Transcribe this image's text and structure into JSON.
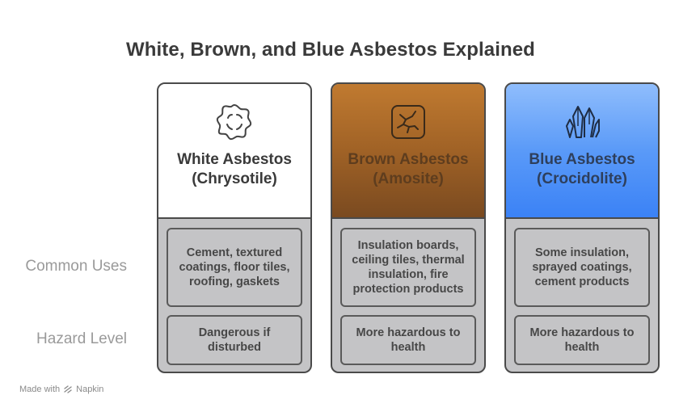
{
  "title": "White, Brown, and Blue Asbestos Explained",
  "row_labels": {
    "uses": "Common Uses",
    "hazard": "Hazard Level"
  },
  "cards": [
    {
      "name": "White Asbestos (Chrysotile)",
      "icon": "wavy-circle-icon",
      "header_color": "#ffffff",
      "uses": "Cement, textured coatings, floor tiles, roofing, gaskets",
      "hazard": "Dangerous if disturbed"
    },
    {
      "name": "Brown Asbestos (Amosite)",
      "icon": "cracked-square-icon",
      "header_color": "#a06226",
      "uses": "Insulation boards, ceiling tiles, thermal insulation, fire protection products",
      "hazard": "More hazardous to health"
    },
    {
      "name": "Blue Asbestos (Crocidolite)",
      "icon": "crystal-cluster-icon",
      "header_color": "#5a9af8",
      "uses": "Some insulation, sprayed coatings, cement products",
      "hazard": "More hazardous to health"
    }
  ],
  "footer": {
    "made_with": "Made with",
    "brand": "Napkin"
  }
}
